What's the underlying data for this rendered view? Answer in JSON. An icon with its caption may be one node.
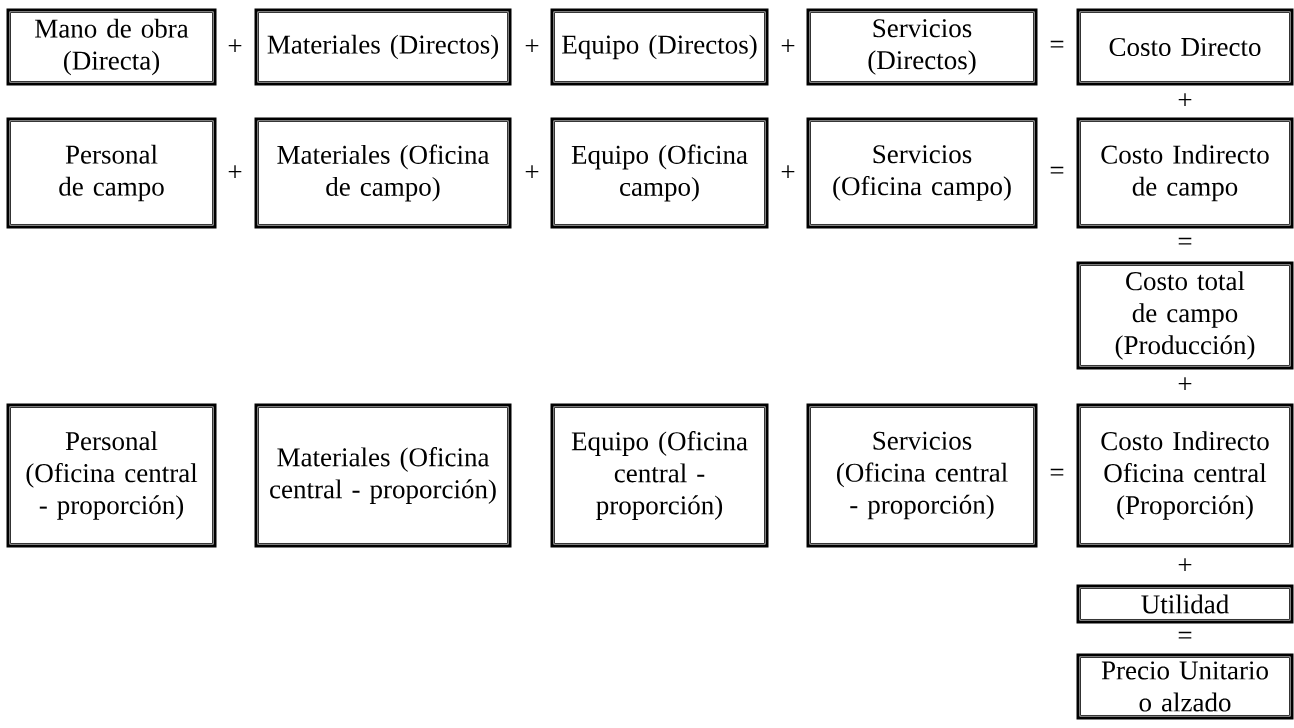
{
  "diagram": {
    "nodes": [
      {
        "text": [
          "Mano de obra (Directa)"
        ]
      },
      {
        "text": [
          "Materiales (Directos)"
        ]
      },
      {
        "text": [
          "Equipo (Directos)"
        ]
      },
      {
        "text": [
          "Servicios (Directos)"
        ]
      },
      {
        "text": [
          "Costo Directo"
        ]
      },
      {
        "text": [
          "Personal de campo"
        ]
      },
      {
        "text": [
          "Materiales (Oficina de campo)"
        ]
      },
      {
        "text": [
          "Equipo (Oficina campo)"
        ]
      },
      {
        "text": [
          "Servicios (Oficina campo)"
        ]
      },
      {
        "text": [
          "Costo Indirecto de campo"
        ]
      },
      {
        "text": [
          "Costo total de campo (Producción)"
        ]
      },
      {
        "text": [
          "Personal (Oficina central - proporción)"
        ]
      },
      {
        "text": [
          "Materiales (Oficina central - proporción)"
        ]
      },
      {
        "text": [
          "Equipo (Oficina central - proporción)"
        ]
      },
      {
        "text": [
          "Servicios (Oficina central - proporción)"
        ]
      },
      {
        "text": [
          "Costo Indirecto Oficina central (Proporción)"
        ]
      },
      {
        "text": [
          "Utilidad"
        ]
      },
      {
        "text": [
          "Precio Unitario o alzado"
        ]
      }
    ],
    "labels": [
      "+",
      "+",
      "+",
      "=",
      "+",
      "+",
      "+",
      "+",
      "=",
      "=",
      "+",
      "=",
      "+",
      "="
    ]
  }
}
